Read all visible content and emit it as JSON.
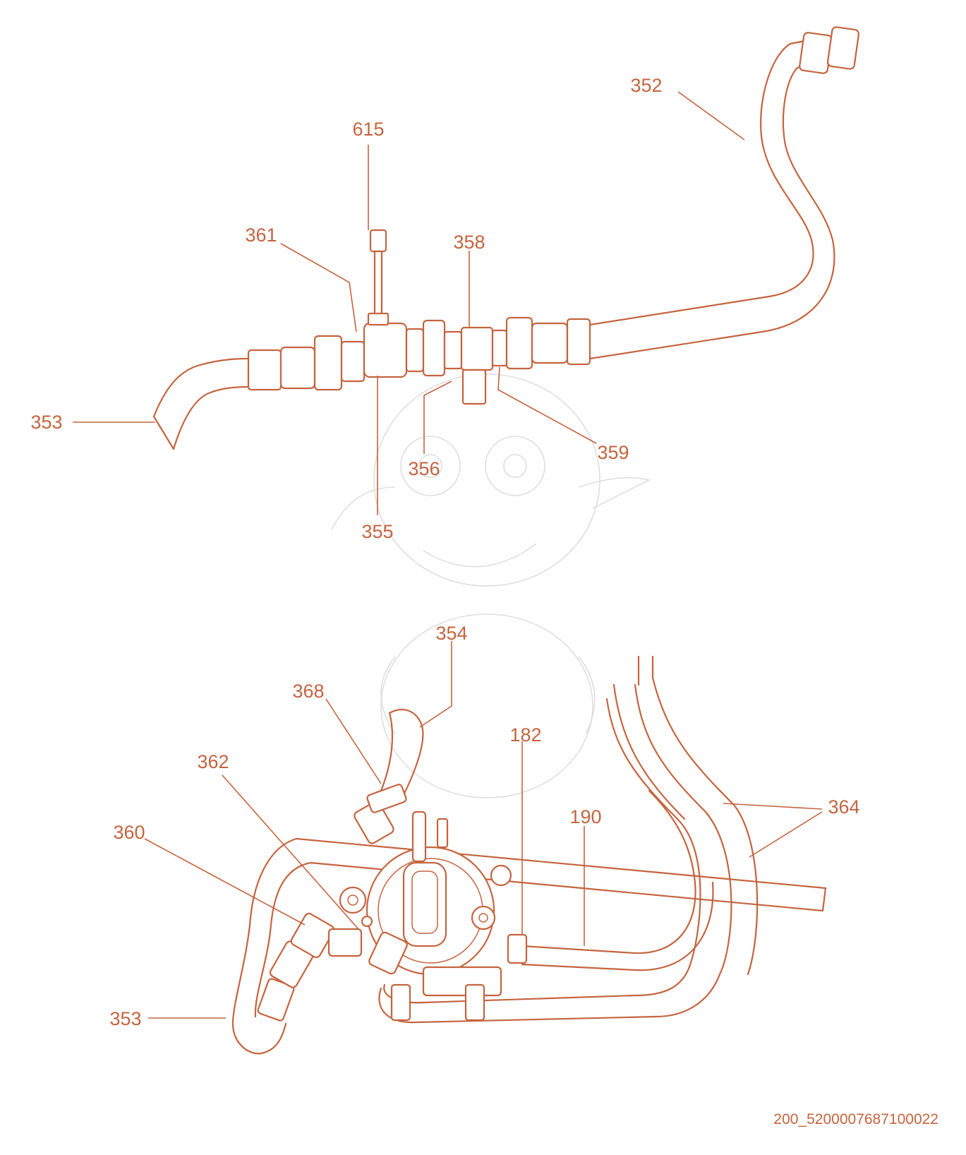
{
  "diagram": {
    "labels": {
      "l615": "615",
      "l352": "352",
      "l361": "361",
      "l358": "358",
      "l353_top": "353",
      "l356": "356",
      "l359": "359",
      "l355": "355",
      "l354": "354",
      "l368": "368",
      "l182": "182",
      "l362": "362",
      "l364": "364",
      "l190": "190",
      "l360": "360",
      "l353_bottom": "353"
    },
    "document_id": "200_5200007687100022",
    "colors": {
      "line": "#c4643f",
      "background": "#ffffff",
      "watermark": "#dedede"
    }
  }
}
